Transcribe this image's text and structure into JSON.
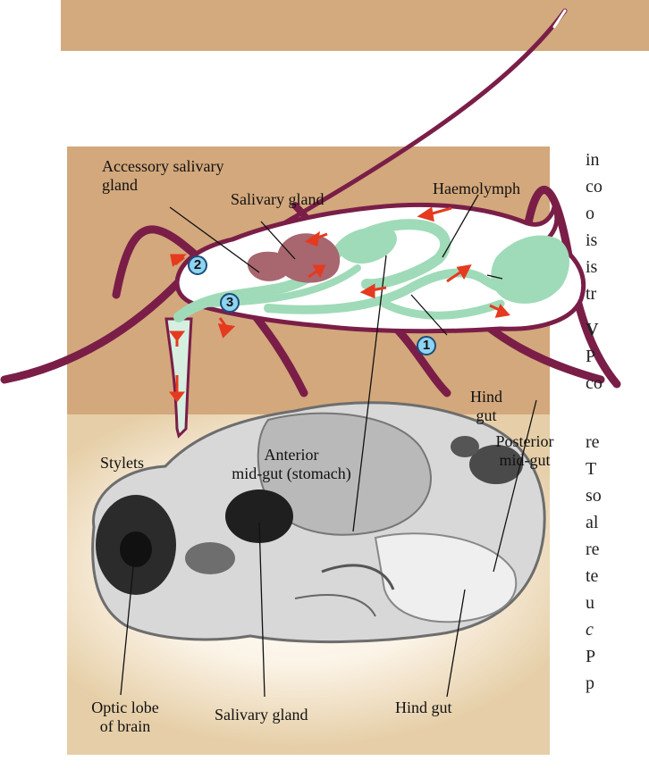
{
  "colors": {
    "header_band": "#d2aa7e",
    "panel_top": "#d3a87c",
    "leg": "#7a1e48",
    "body_outline": "#7a1e48",
    "gut": "#9fdbb8",
    "salivary": "#a8666f",
    "arrow": "#e53a1f",
    "marker_fill": "#8fd3f2"
  },
  "diagram": {
    "labels": {
      "accessory_salivary_gland": [
        "Accessory salivary",
        "gland"
      ],
      "salivary_gland_top": "Salivary gland",
      "haemolymph": "Haemolymph",
      "hind_gut_top": [
        "Hind",
        "gut"
      ],
      "stylets": "Stylets",
      "anterior_mid_gut": [
        "Anterior",
        "mid-gut (stomach)"
      ],
      "posterior_mid_gut": [
        "Posterior",
        "mid-gut"
      ],
      "optic_lobe": [
        "Optic lobe",
        "of brain"
      ],
      "salivary_gland_bottom": "Salivary gland",
      "hind_gut_bottom": "Hind gut"
    },
    "markers": [
      "1",
      "2",
      "3"
    ]
  },
  "side_text": {
    "lines_top": [
      "in",
      "co",
      "o",
      "is",
      "is",
      "tr"
    ],
    "heading": "V",
    "lines_mid": [
      "P",
      "co"
    ],
    "lines_bottom": [
      "re",
      "T",
      "so",
      "al",
      "re",
      "te",
      "u"
    ],
    "italic_line": "c",
    "lines_end": [
      "P",
      "p"
    ]
  }
}
